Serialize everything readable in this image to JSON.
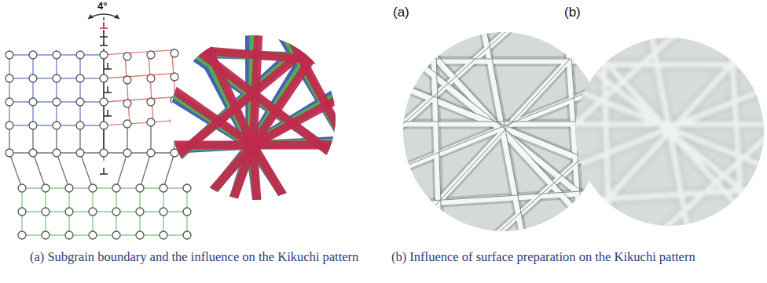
{
  "diagram": {
    "labels": [
      "4°",
      "(a)",
      "(b)",
      "(a) Subgrain boundary and the influence on the Kikuchi pattern",
      "(b) Influence of surface preparation on the Kikuchi pattern"
    ]
  }
}
